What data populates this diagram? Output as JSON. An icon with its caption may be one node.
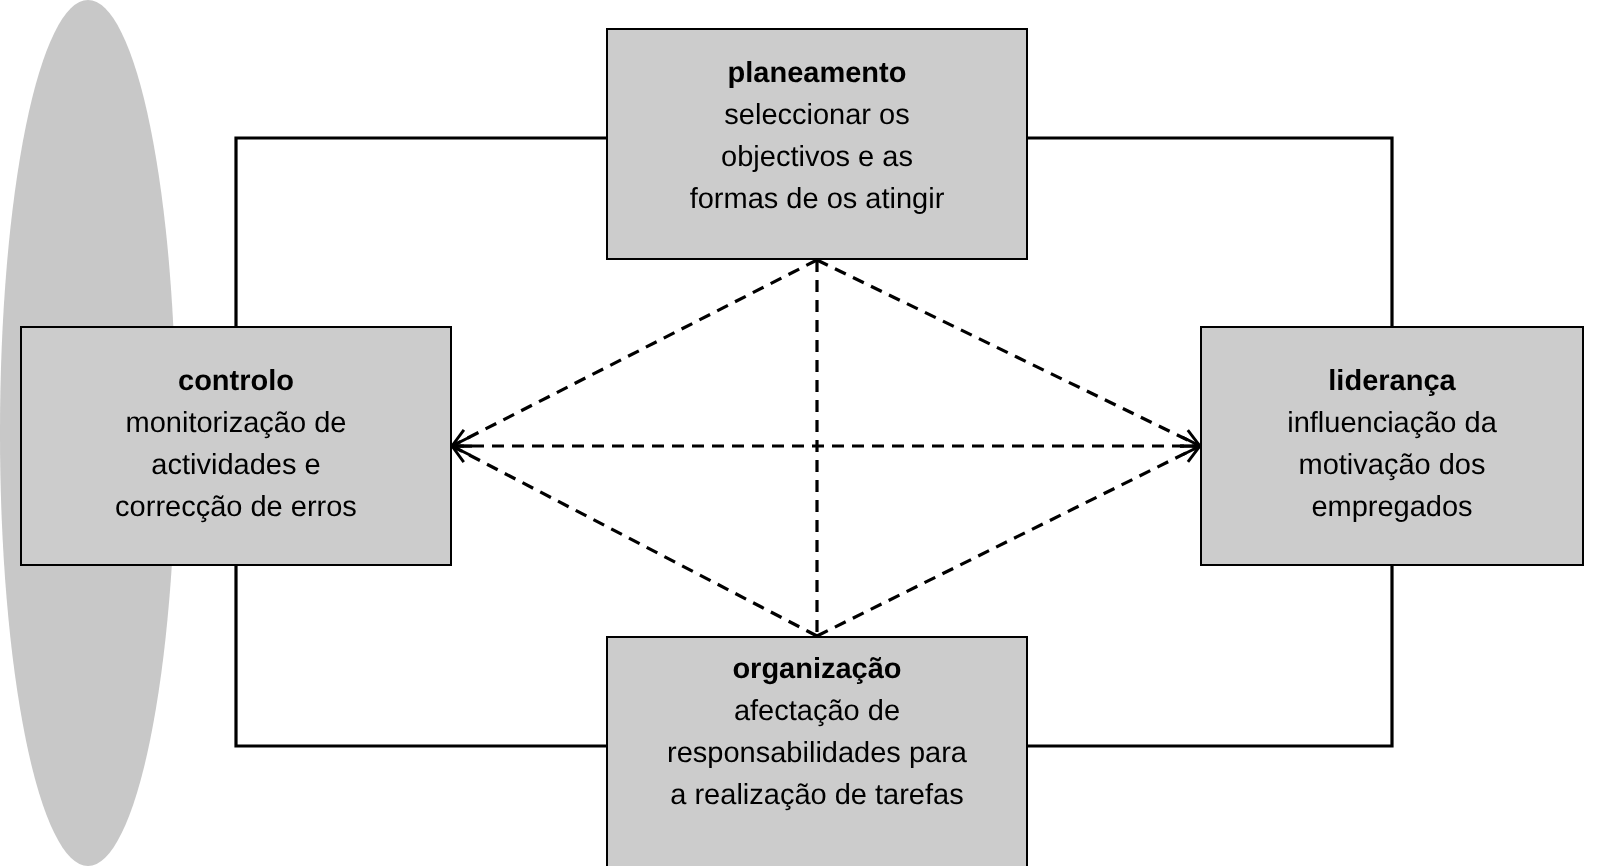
{
  "diagram": {
    "nodes": [
      {
        "text": [
          "planeamento",
          "seleccionar os objectivos e as formas de os atingir"
        ]
      },
      {
        "text": [
          "controlo",
          "monitorização de actividades e correcção de erros"
        ]
      },
      {
        "text": [
          "liderança",
          "influenciação da motivação dos empregados"
        ]
      },
      {
        "text": [
          "organização",
          "afectação de responsabilidades para a realização de tarefas"
        ]
      },
      {
        "text": [],
        "shape": "bar"
      }
    ],
    "edges": [
      {
        "from": 1,
        "to": 0,
        "arrow": "none"
      },
      {
        "from": 0,
        "to": 2,
        "arrow": "none"
      },
      {
        "from": 2,
        "to": 3,
        "arrow": "none"
      },
      {
        "from": 3,
        "to": 1,
        "arrow": "none"
      },
      {
        "from": 0,
        "to": 1,
        "arrow": "to",
        "style": "dashed"
      },
      {
        "from": 0,
        "to": 2,
        "arrow": "to",
        "style": "dashed"
      },
      {
        "from": 1,
        "to": 2,
        "arrow": "both",
        "style": "dashed"
      },
      {
        "from": 0,
        "to": 3,
        "arrow": "none",
        "style": "dashed"
      },
      {
        "from": 3,
        "to": 1,
        "arrow": "to",
        "style": "dashed"
      },
      {
        "from": 3,
        "to": 2,
        "arrow": "to",
        "style": "dashed"
      }
    ]
  }
}
